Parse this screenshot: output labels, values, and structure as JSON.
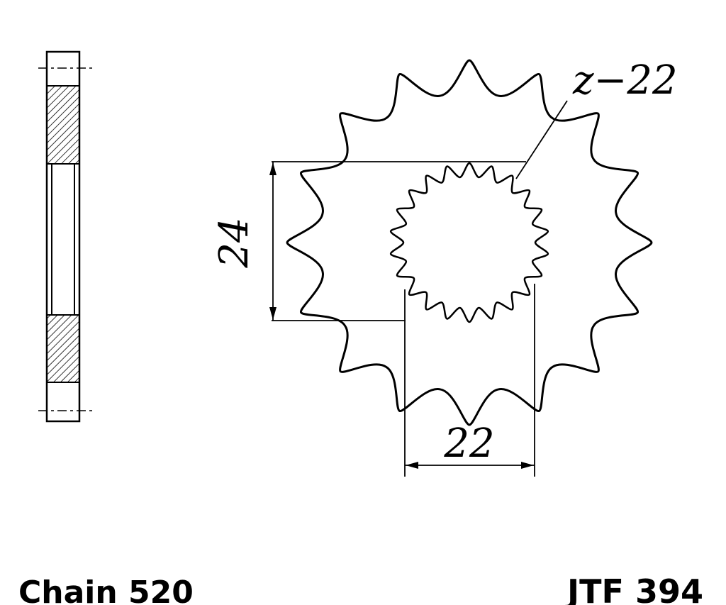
{
  "drawing": {
    "type": "sprocket-technical-drawing",
    "labels": {
      "spline_count": "z−22",
      "bore_diameter": "24",
      "bore_width": "22",
      "chain": "Chain 520",
      "part_number": "JTF 394"
    },
    "sprocket": {
      "outer_teeth": 16,
      "spline_teeth": 22
    },
    "colors": {
      "line": "#000000",
      "background": "#ffffff"
    }
  }
}
